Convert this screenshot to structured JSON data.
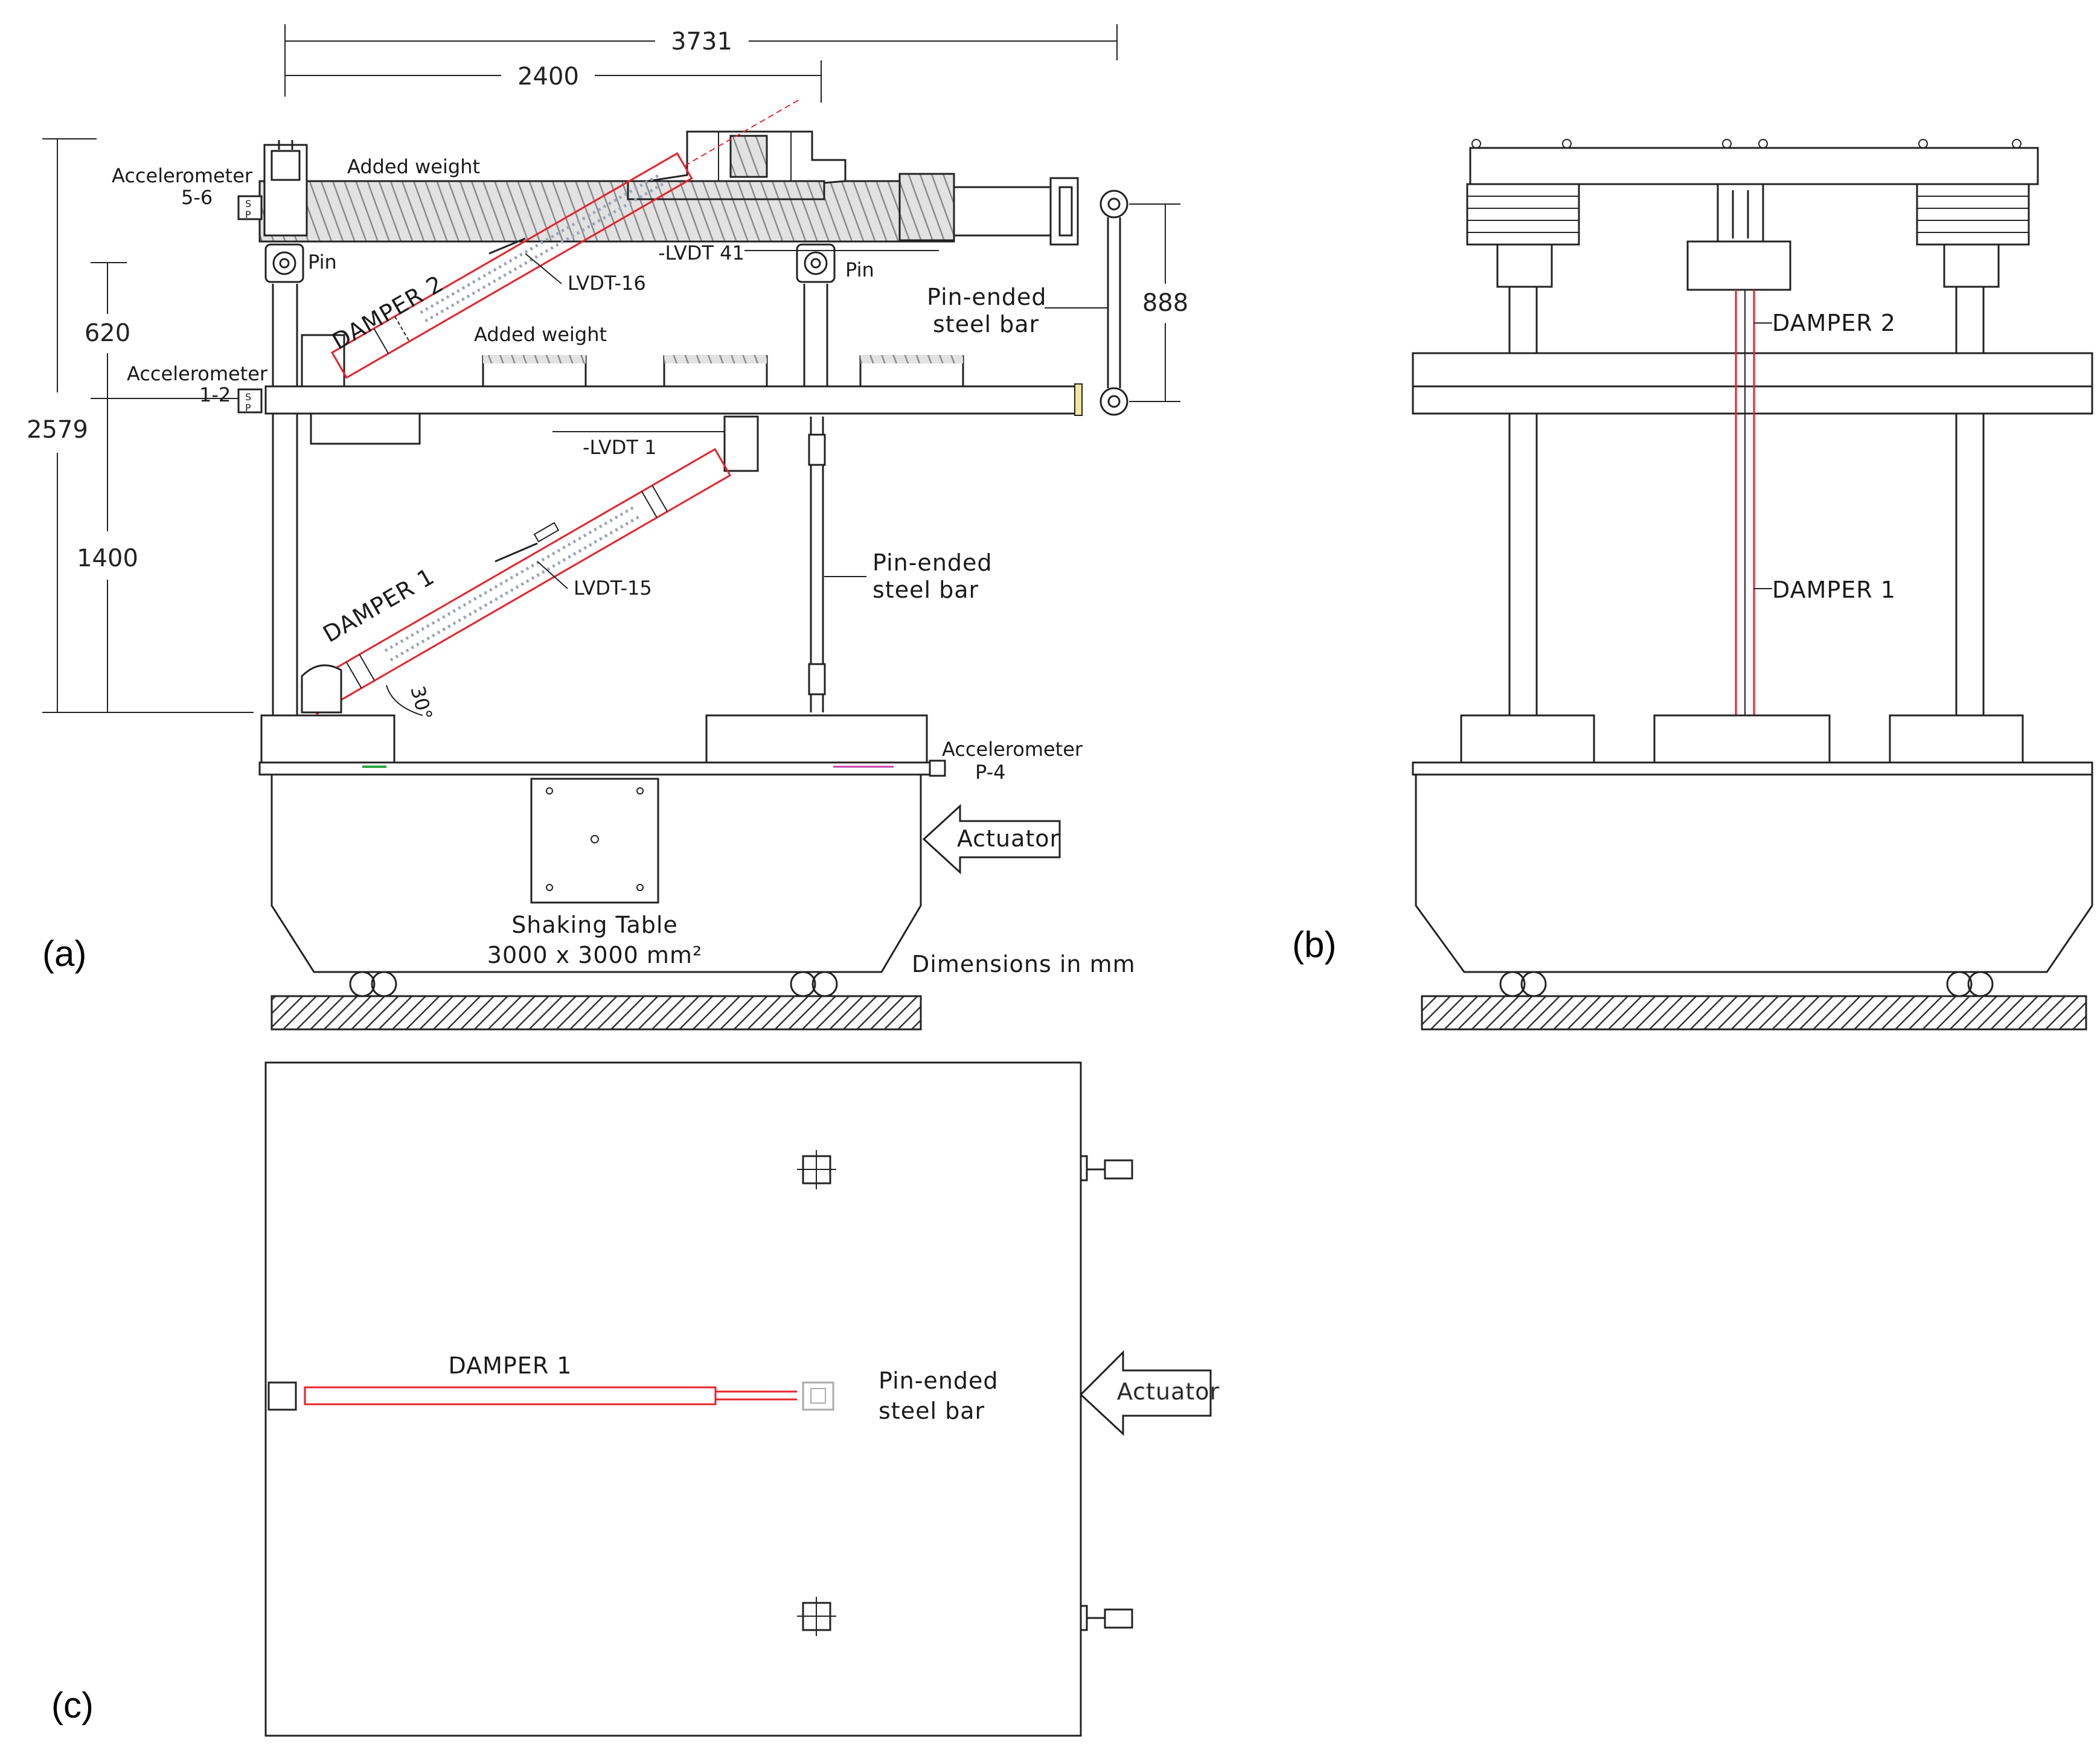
{
  "panels": {
    "a": "(a)",
    "b": "(b)",
    "c": "(c)"
  },
  "dimensions": {
    "overall_width": "3731",
    "upper_width": "2400",
    "total_height": "2579",
    "upper_story": "620",
    "lower_story": "1400",
    "link_length": "888",
    "brace_angle": "30°",
    "units_note": "Dimensions in mm"
  },
  "labels_a": {
    "accel_top_1": "Accelerometer",
    "accel_top_2": "5-6",
    "added_weight_top": "Added weight",
    "pin_left": "Pin",
    "pin_right": "Pin",
    "lvdt_41": "-LVDT 41",
    "damper_2": "DAMPER 2",
    "lvdt_16": "LVDT-16",
    "added_weight_mid": "Added weight",
    "accel_mid_1": "Accelerometer",
    "accel_mid_2": "1-2",
    "link_bar_1": "Pin-ended",
    "link_bar_2": "steel bar",
    "lvdt_1": "-LVDT 1",
    "damper_1": "DAMPER 1",
    "lvdt_15": "LVDT-15",
    "post_bar_1": "Pin-ended",
    "post_bar_2": "steel bar",
    "accel_base_1": "Accelerometer",
    "accel_base_2": "P-4",
    "actuator": "Actuator",
    "table_1": "Shaking Table",
    "table_2": "3000 x 3000 mm²",
    "sensor_s": "S",
    "sensor_p": "P"
  },
  "labels_b": {
    "damper_2": "DAMPER 2",
    "damper_1": "DAMPER 1"
  },
  "labels_c": {
    "damper_1": "DAMPER 1",
    "bar_1": "Pin-ended",
    "bar_2": "steel bar",
    "actuator": "Actuator"
  },
  "colors": {
    "damper": "#e8222a",
    "line": "#222222",
    "hatch": "#9a9a9a"
  }
}
